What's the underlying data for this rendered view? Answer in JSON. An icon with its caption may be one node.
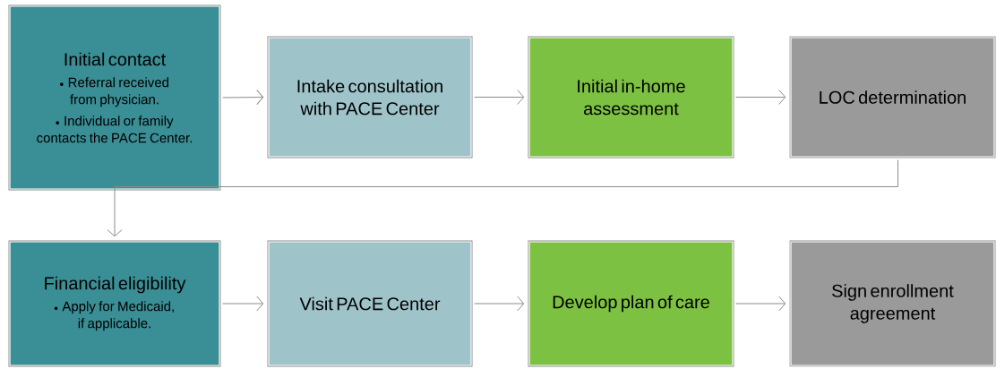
{
  "diagram": {
    "nodes": [
      {
        "text": [
          "Initial contact",
          "Referral received from physician.",
          "Individual or family contacts the PACE Center."
        ]
      },
      {
        "text": [
          "Intake consultation with PACE Center"
        ]
      },
      {
        "text": [
          "Initial in-home assessment"
        ]
      },
      {
        "text": [
          "LOC determination"
        ]
      },
      {
        "text": [
          "Financial eligibility",
          "Apply for Medicaid, if applicable."
        ]
      },
      {
        "text": [
          "Visit PACE Center"
        ]
      },
      {
        "text": [
          "Develop plan of care"
        ]
      },
      {
        "text": [
          "Sign enrollment agreement"
        ]
      }
    ],
    "edges": [
      {
        "from": 0,
        "to": 1,
        "arrow": "to"
      },
      {
        "from": 1,
        "to": 2,
        "arrow": "to"
      },
      {
        "from": 2,
        "to": 3,
        "arrow": "to"
      },
      {
        "from": 3,
        "to": 4,
        "arrow": "to"
      },
      {
        "from": 4,
        "to": 5,
        "arrow": "to"
      },
      {
        "from": 5,
        "to": 6,
        "arrow": "to"
      },
      {
        "from": 6,
        "to": 7,
        "arrow": "to"
      }
    ]
  }
}
